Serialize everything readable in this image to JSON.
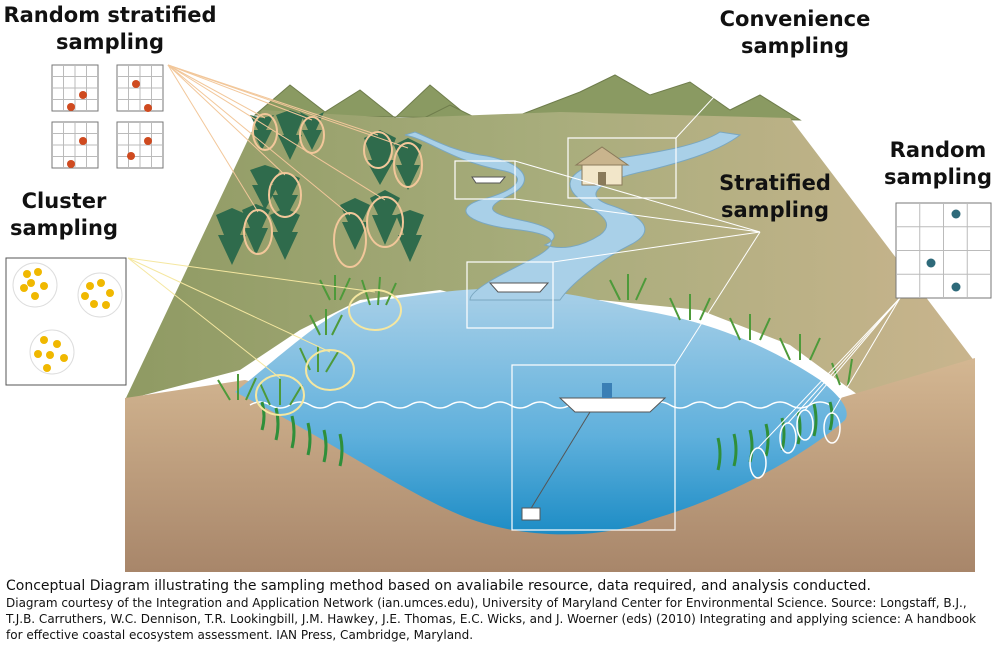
{
  "labels": {
    "random_stratified": [
      "Random stratified",
      "sampling"
    ],
    "convenience": [
      "Convenience",
      "sampling"
    ],
    "cluster": [
      "Cluster",
      "sampling"
    ],
    "stratified": [
      "Stratified",
      "sampling"
    ],
    "random": [
      "Random",
      "sampling"
    ]
  },
  "caption": {
    "main": "Conceptual Diagram illustrating the sampling method based on avaliabile resource, data required, and analysis conducted.",
    "credit": "Diagram courtesy of the Integration and Application Network (ian.umces.edu), University of Maryland Center for Environmental Science. Source: Longstaff, B.J., T.J.B. Carruthers, W.C. Dennison, T.R. Lookingbill, J.M. Hawkey, J.E. Thomas, E.C. Wicks, and J. Woerner (eds) (2010) Integrating and applying science: A handbook for effective coastal ecosystem assessment. IAN Press, Cambridge, Maryland."
  },
  "colors": {
    "sky": "#ffffff",
    "land": "#9ea775",
    "land_dark": "#7f8a5a",
    "mountain": "#8a9a62",
    "soil": "#c8a982",
    "soil_dark": "#a8866a",
    "water": "#a9d0e8",
    "water_deep": "#1c8cc5",
    "tree": "#2f6b4c",
    "grass": "#4d9a3a",
    "seagrass": "#2f8f3a",
    "dot_red": "#cf4a1f",
    "dot_blue": "#2e6a7a",
    "dot_yellow": "#f0b800",
    "guide_orange": "#f2c79a",
    "guide_yellow": "#f5e7a0"
  }
}
